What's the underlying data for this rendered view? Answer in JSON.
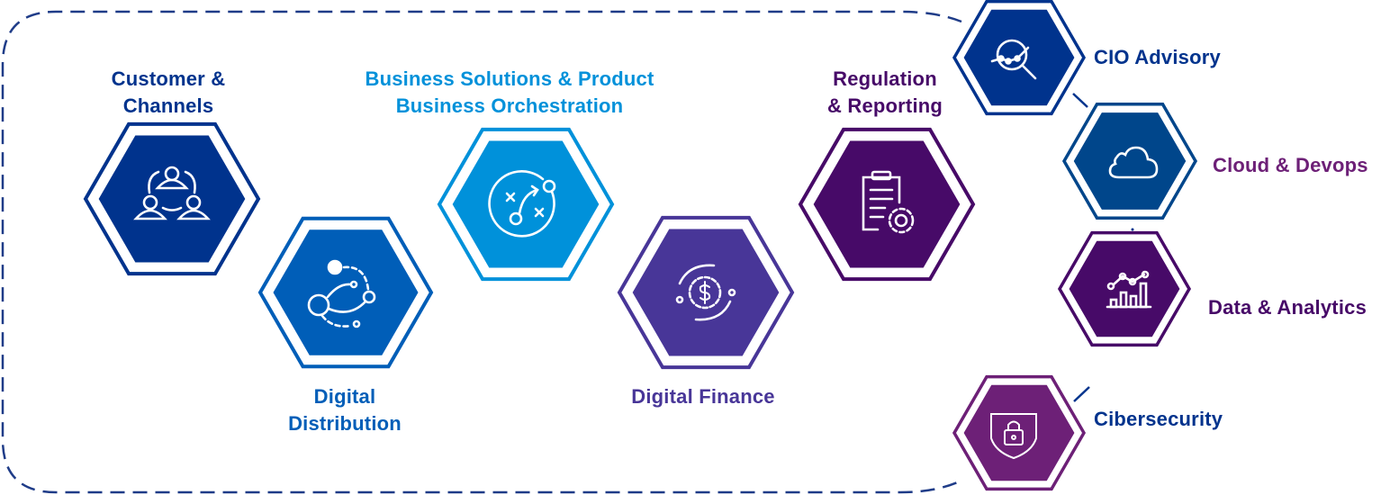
{
  "colors": {
    "navy": "#00338D",
    "blue": "#005EB8",
    "light_blue": "#0091DA",
    "violet": "#483698",
    "dark_purple": "#470A68",
    "cloud_blue": "#00468B",
    "purple": "#6D2077",
    "dashed_border": "#1F3C88"
  },
  "main_areas": [
    {
      "id": "customer",
      "lines": [
        "Customer &",
        "Channels"
      ],
      "icon": "people-network-icon"
    },
    {
      "id": "distribution",
      "lines": [
        "Digital",
        "Distribution"
      ],
      "icon": "orbit-network-icon"
    },
    {
      "id": "business",
      "lines": [
        "Business Solutions & Product",
        "Business Orchestration"
      ],
      "icon": "strategy-play-icon"
    },
    {
      "id": "finance",
      "lines": [
        "Digital Finance"
      ],
      "icon": "dollar-gear-cycle-icon"
    },
    {
      "id": "regulation",
      "lines": [
        "Regulation",
        "& Reporting"
      ],
      "icon": "clipboard-gear-icon"
    }
  ],
  "side_areas": [
    {
      "id": "cio",
      "label": "CIO Advisory",
      "icon": "search-chart-icon"
    },
    {
      "id": "cloud",
      "label": "Cloud & Devops",
      "icon": "cloud-icon"
    },
    {
      "id": "data",
      "label": "Data & Analytics",
      "icon": "bar-line-chart-icon"
    },
    {
      "id": "cyber",
      "label": "Cibersecurity",
      "icon": "shield-lock-icon"
    }
  ]
}
